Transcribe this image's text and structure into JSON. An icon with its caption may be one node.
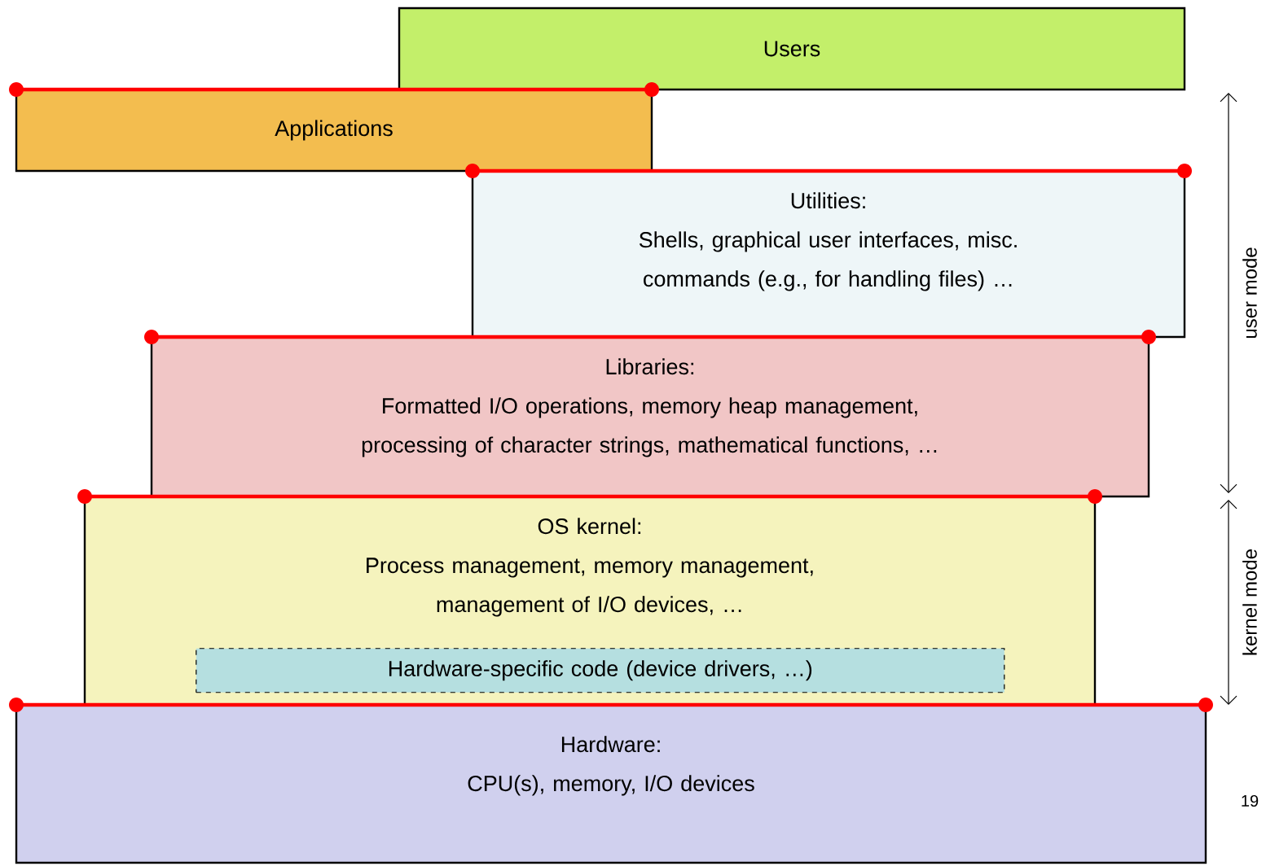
{
  "diagram": {
    "nodes": [
      {
        "text": [
          "Users"
        ]
      },
      {
        "text": [
          "Applications"
        ]
      },
      {
        "text": [
          "Utilities:",
          "Shells, graphical user interfaces, misc. commands (e.g., for handling files) …"
        ]
      },
      {
        "text": [
          "Libraries:",
          "Formatted I/O operations, memory heap management, processing of character strings, mathematical functions, …"
        ]
      },
      {
        "text": [
          "OS kernel:",
          "Process management, memory management, management of I/O devices, …"
        ]
      },
      {
        "text": [
          "Hardware-specific code (device drivers, …)"
        ],
        "in": 4
      },
      {
        "text": [
          "Hardware:",
          "CPU(s), memory, I/O devices"
        ]
      }
    ],
    "labels": [
      "user mode",
      "kernel mode",
      "19"
    ]
  }
}
